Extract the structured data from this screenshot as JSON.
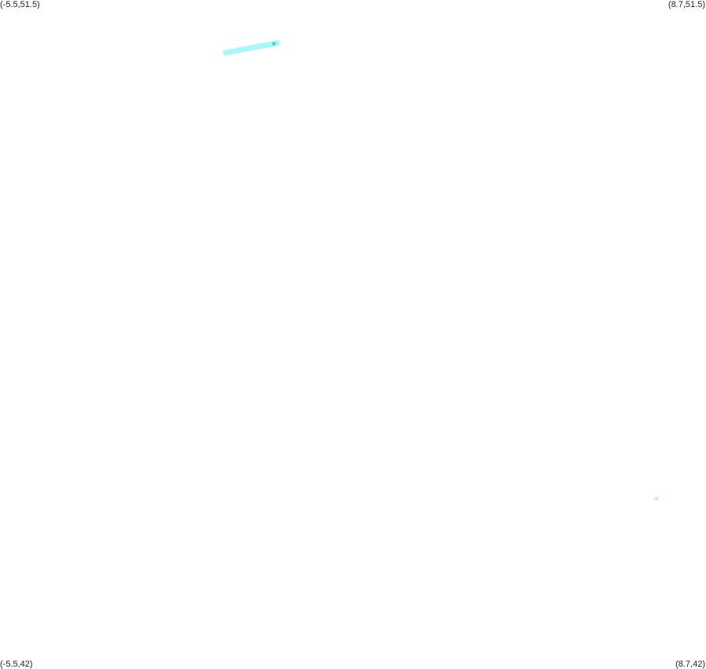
{
  "corners": {
    "top_left": "(-5.5,51.5)",
    "top_right": "(8.7,51.5)",
    "bottom_left": "(-5.5,42)",
    "bottom_right": "(8.7,42)"
  },
  "bounds": {
    "lon_min": -5.5,
    "lon_max": 8.7,
    "lat_min": 42,
    "lat_max": 51.5
  },
  "colors": {
    "track": "#a6f8fb",
    "marker": "#4fc9d2",
    "point": "#b4f5f8"
  },
  "track": [
    {
      "lon": -0.96,
      "lat": 50.75
    },
    {
      "lon": -0.6,
      "lat": 50.8
    },
    {
      "lon": -0.3,
      "lat": 50.84
    },
    {
      "lon": -0.05,
      "lat": 50.87
    },
    {
      "lon": 0.08,
      "lat": 50.89
    }
  ],
  "markers": [
    {
      "lon": 0.01,
      "lat": 50.88
    }
  ],
  "points": [
    {
      "lon": 7.7,
      "lat": 44.42
    }
  ]
}
